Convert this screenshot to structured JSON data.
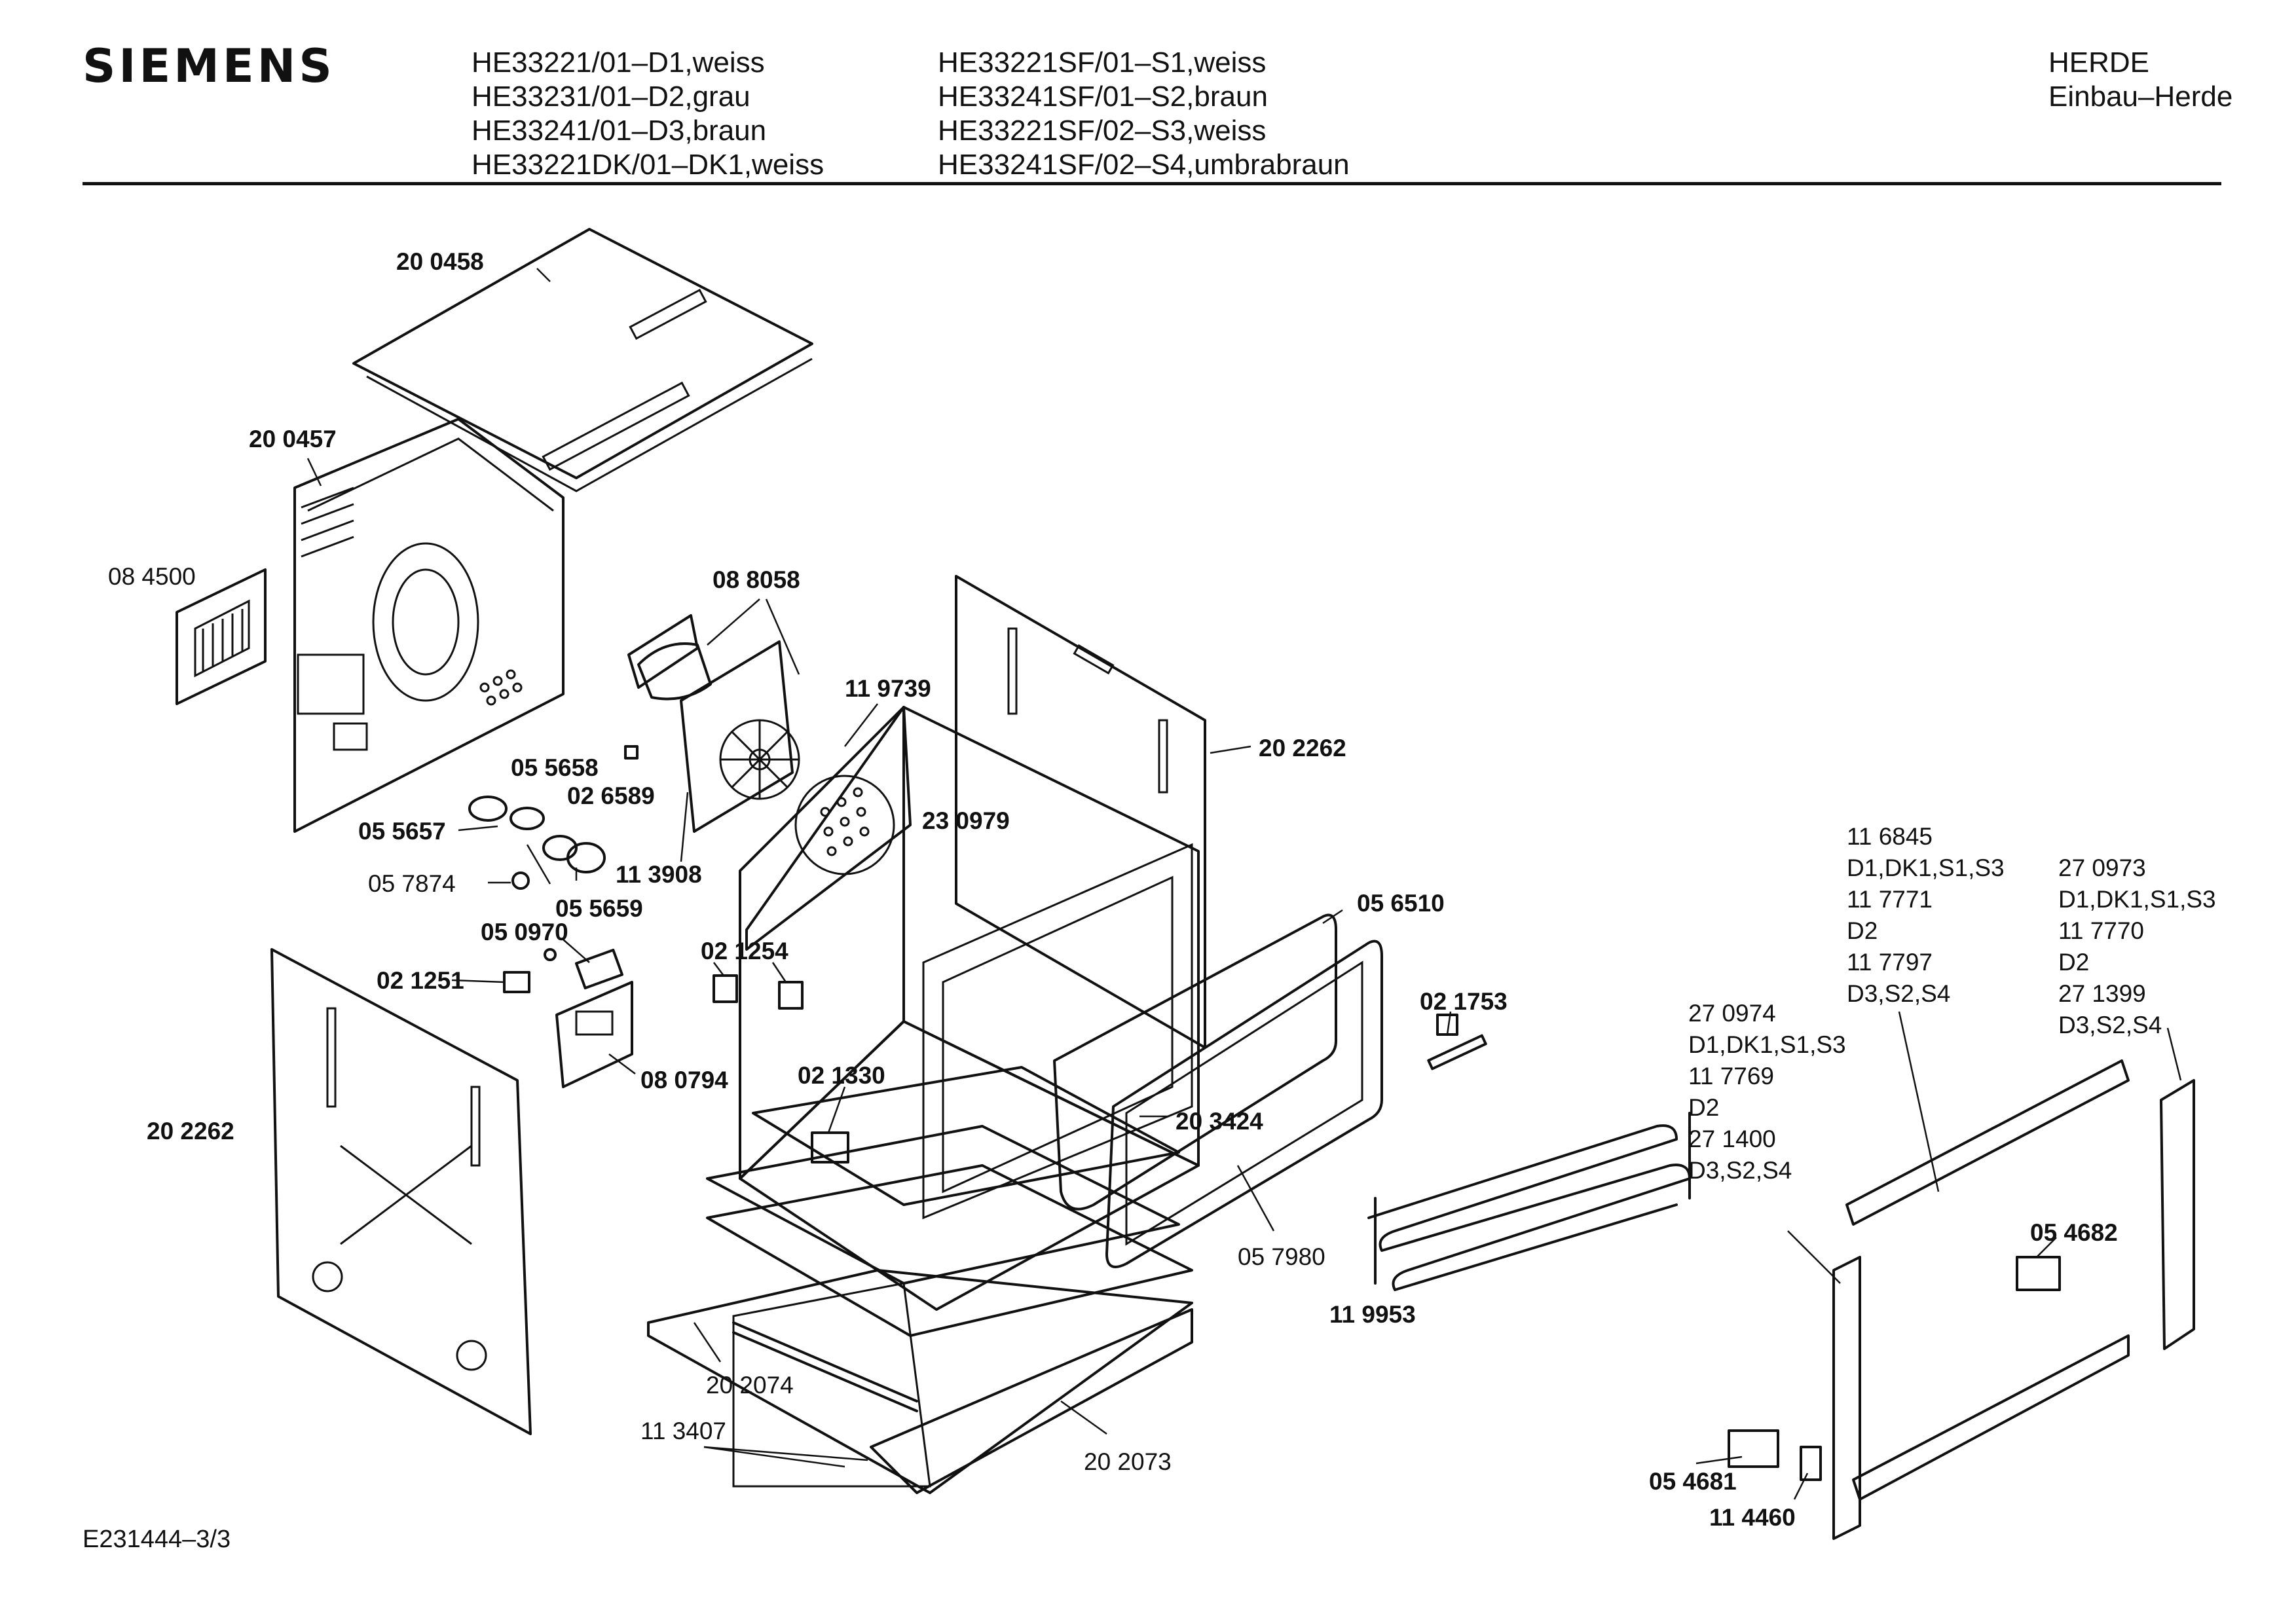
{
  "brand": "SIEMENS",
  "models_col1": [
    "HE33221/01–D1,weiss",
    "HE33231/01–D2,grau",
    "HE33241/01–D3,braun",
    "HE33221DK/01–DK1,weiss"
  ],
  "models_col2": [
    "HE33221SF/01–S1,weiss",
    "HE33241SF/01–S2,braun",
    "HE33221SF/02–S3,weiss",
    "HE33241SF/02–S4,umbrabraun"
  ],
  "category": [
    "HERDE",
    "Einbau–Herde"
  ],
  "footer": "E231444–3/3",
  "parts": {
    "p200458": "20 0458",
    "p200457": "20 0457",
    "p084500": "08 4500",
    "p088058": "08 8058",
    "p119739": "11 9739",
    "p202262_right": "20 2262",
    "p055658": "05 5658",
    "p026589": "02 6589",
    "p230979": "23 0979",
    "p055657": "05 5657",
    "p057874": "05 7874",
    "p113908": "11 3908",
    "p055659": "05 5659",
    "p050970": "05 0970",
    "p056510": "05 6510",
    "p021254": "02 1254",
    "p021251": "02 1251",
    "p021753": "02 1753",
    "p080794": "08 0794",
    "p021330": "02 1330",
    "p202262_left": "20 2262",
    "p203424": "20 3424",
    "p057980": "05 7980",
    "p119953": "11 9953",
    "p054682": "05 4682",
    "p202074": "20 2074",
    "p113407": "11 3407",
    "p202073": "20 2073",
    "p054681": "05 4681",
    "p114460": "11 4460"
  },
  "variant_lists": {
    "list_116845": [
      "11 6845",
      "D1,DK1,S1,S3",
      "11 7771",
      "D2",
      "11 7797",
      "D3,S2,S4"
    ],
    "list_270973": [
      "27 0973",
      "D1,DK1,S1,S3",
      "11 7770",
      "D2",
      "27 1399",
      "D3,S2,S4"
    ],
    "list_270974": [
      "27 0974",
      "D1,DK1,S1,S3",
      "11 7769",
      "D2",
      "27 1400",
      "D3,S2,S4"
    ]
  }
}
